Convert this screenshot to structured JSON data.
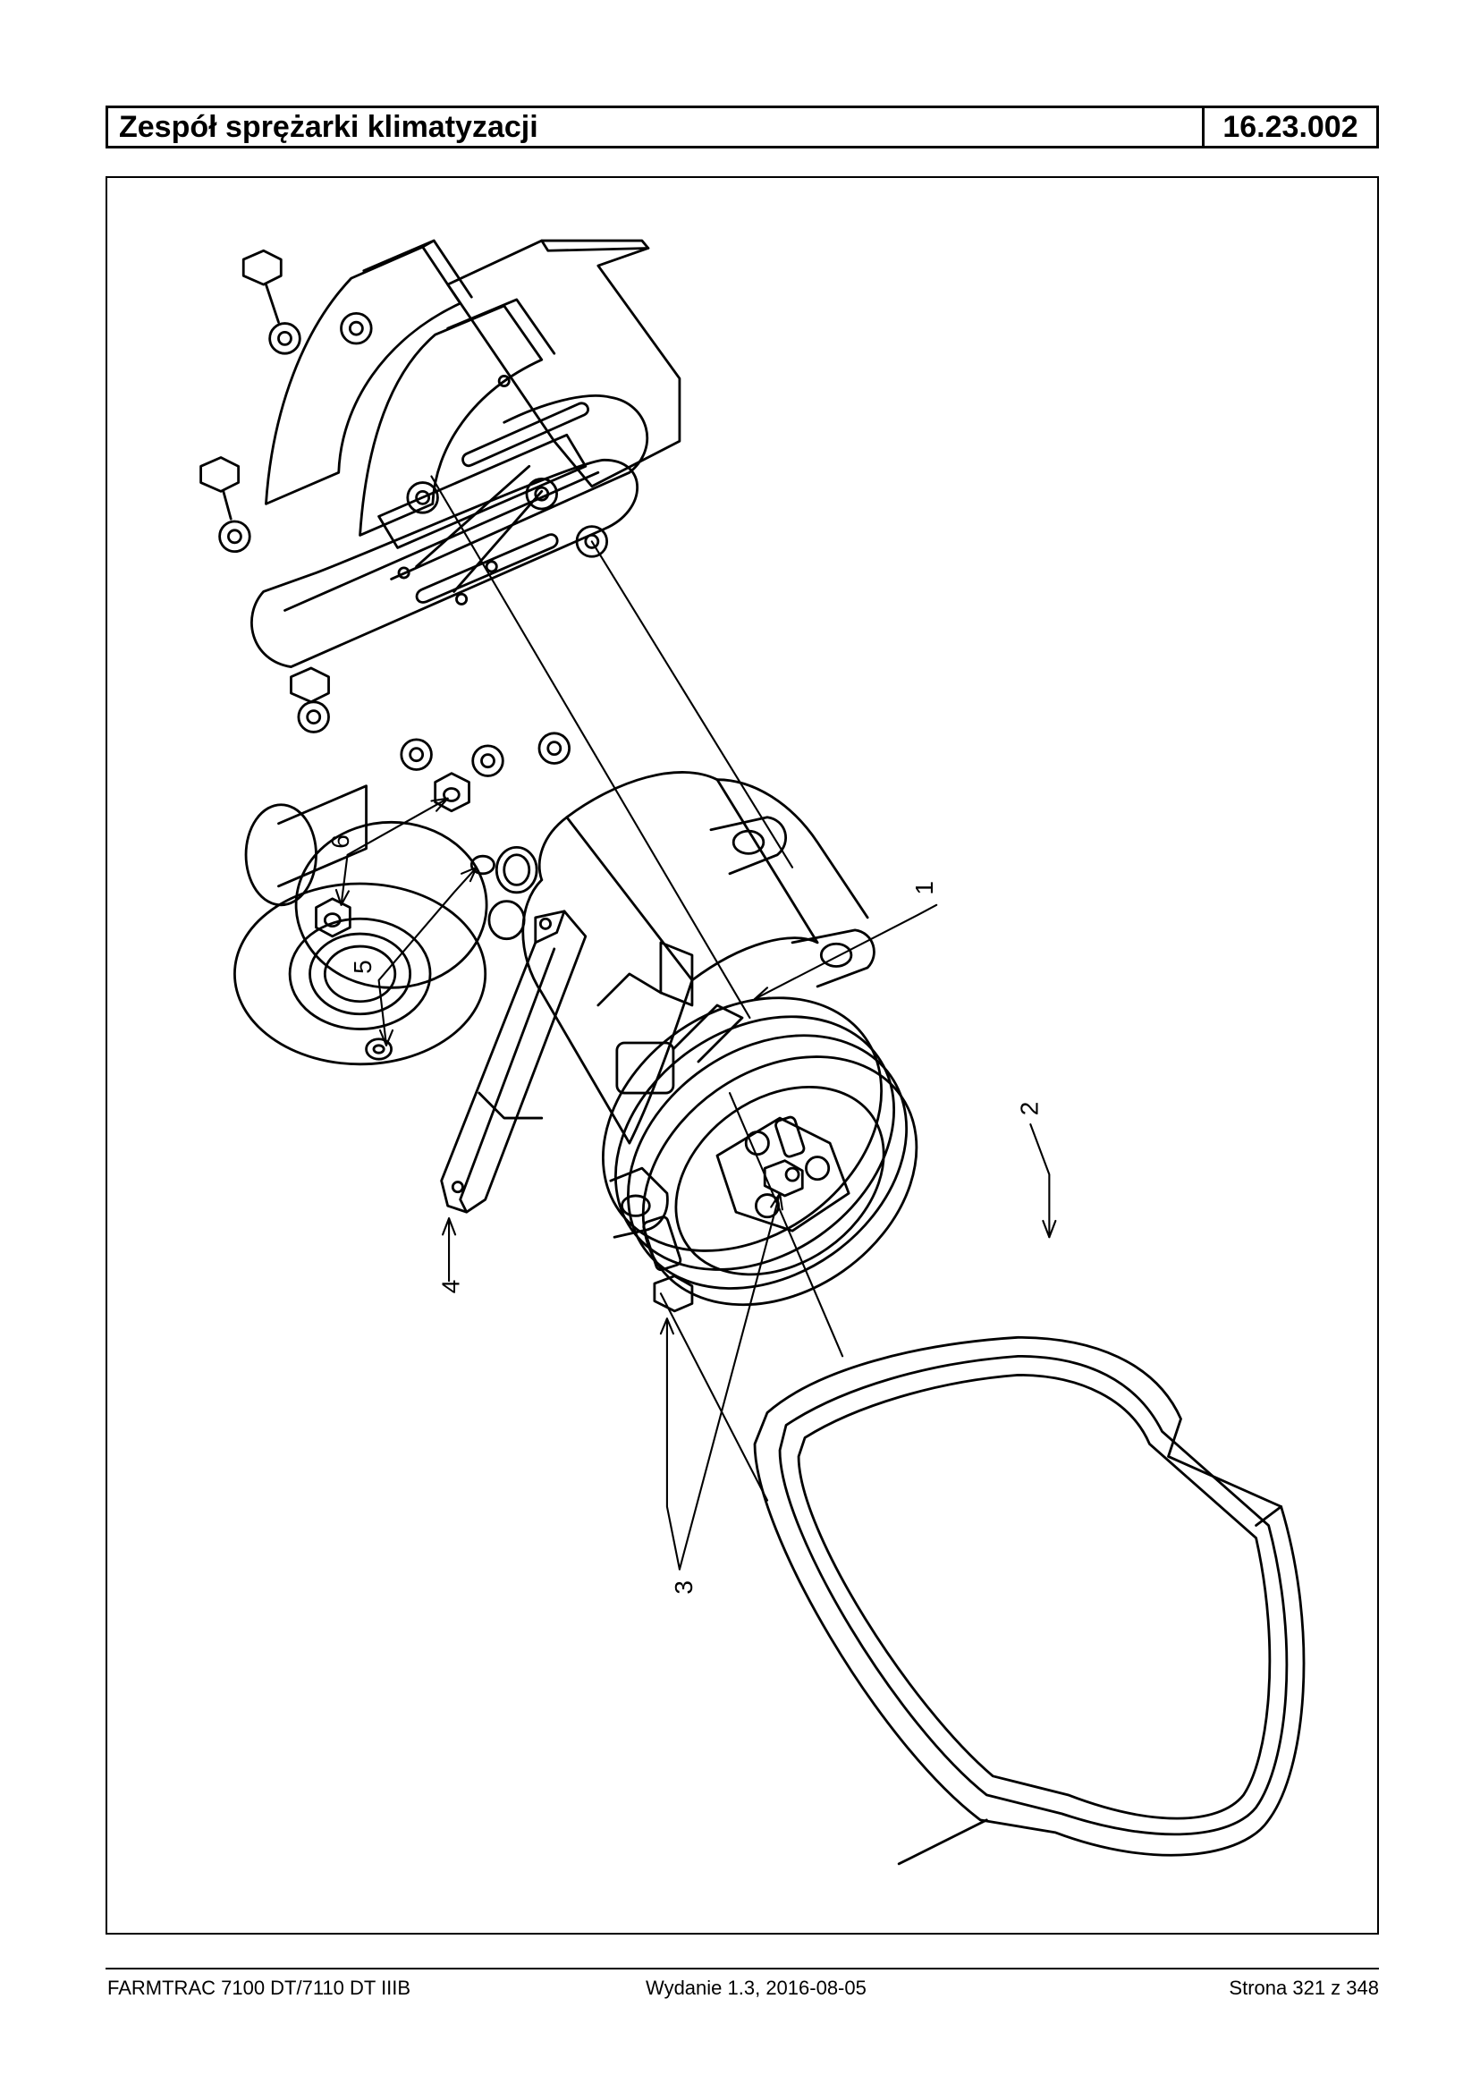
{
  "header": {
    "title": "Zespół sprężarki klimatyzacji",
    "code": "16.23.002"
  },
  "callouts": [
    {
      "id": "1",
      "label": "1"
    },
    {
      "id": "2",
      "label": "2"
    },
    {
      "id": "3",
      "label": "3"
    },
    {
      "id": "4",
      "label": "4"
    },
    {
      "id": "5",
      "label": "5"
    },
    {
      "id": "6",
      "label": "6"
    }
  ],
  "footer": {
    "model": "FARMTRAC 7100 DT/7110 DT IIIB",
    "edition": "Wydanie 1.3,  2016-08-05",
    "page": "Strona 321 z 348"
  }
}
